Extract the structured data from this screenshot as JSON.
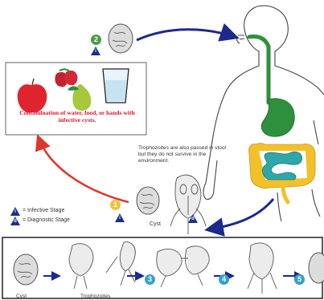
{
  "food_box": {
    "caption": "Contamination of water, food, or hands with infective cysts."
  },
  "trophozoite_note": "Trophozoites are also passed in stool but they do not survive in the environment.",
  "cyst_label": "Cyst",
  "legend": {
    "infective": "= Infective Stage",
    "diagnostic": "= Diagnostic Stage",
    "infective_symbol": "i",
    "diagnostic_symbol": "d"
  },
  "steps": {
    "step1": "1",
    "step2": "2",
    "step3": "3",
    "step4": "4",
    "step5": "5"
  },
  "strip": {
    "cyst_label": "Cyst",
    "trophozoites_label": "Trophozoites"
  },
  "colors": {
    "arrow_blue": "#1b2a8c",
    "arrow_red": "#e0352c",
    "step2_green": "#4e9b46",
    "step1_yellow": "#f3c23a",
    "step_blue": "#36a0cf",
    "gut_green": "#2e8f3c",
    "large_intestine_yellow": "#f2c12a",
    "small_intestine_teal": "#2fa6a8"
  }
}
